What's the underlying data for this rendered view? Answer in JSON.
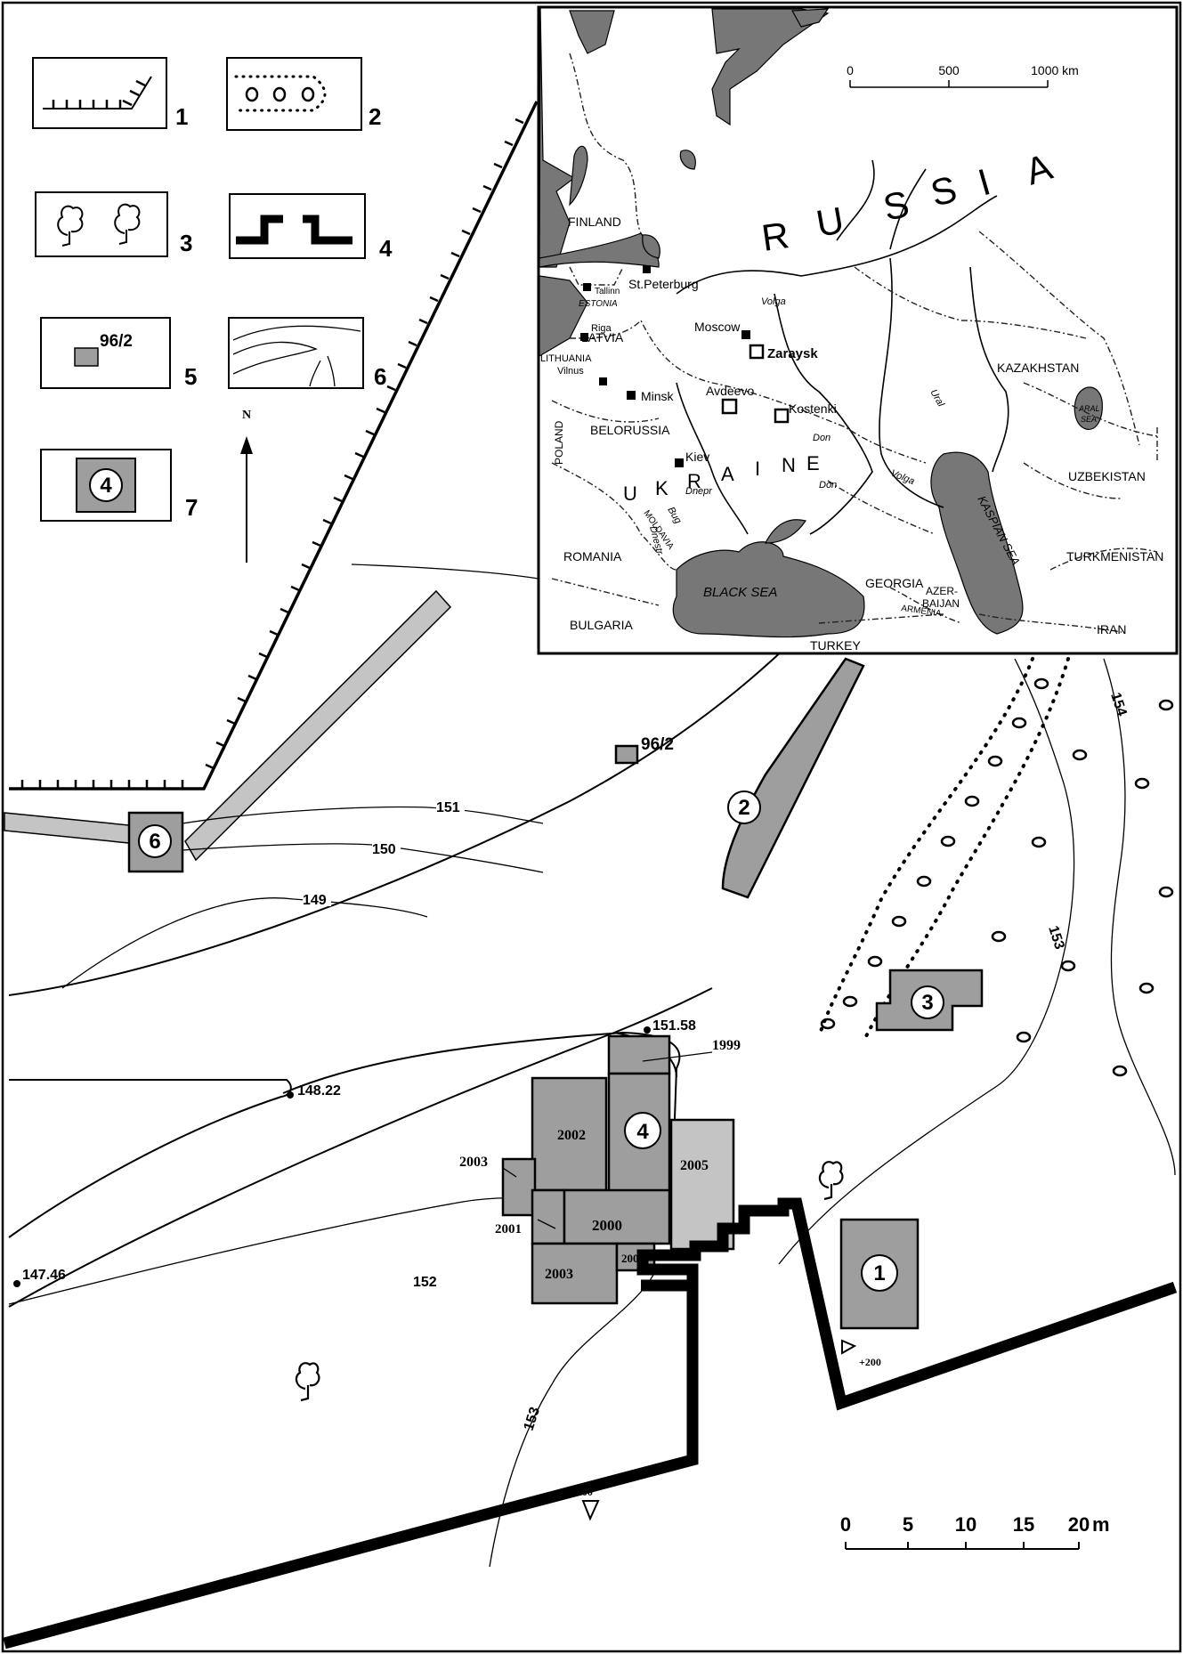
{
  "legend": [
    {
      "num": "1"
    },
    {
      "num": "2"
    },
    {
      "num": "3"
    },
    {
      "num": "4"
    },
    {
      "num": "5",
      "sample": "96/2"
    },
    {
      "num": "6"
    },
    {
      "num": "7",
      "sample": "4"
    }
  ],
  "north": "N",
  "site_map": {
    "contours": [
      "151",
      "150",
      "149",
      "152",
      "153",
      "153",
      "154"
    ],
    "spot_heights": [
      "151.58",
      "148.22",
      "147.46"
    ],
    "test_pit": "96/2",
    "areas": [
      "1",
      "2",
      "3",
      "4",
      "6"
    ],
    "excavation_years": [
      "1999",
      "2002",
      "2005",
      "2003",
      "2001",
      "2000",
      "2004",
      "2003"
    ],
    "pickets": [
      "+100",
      "+200"
    ],
    "scale": {
      "ticks": [
        "0",
        "5",
        "10",
        "15",
        "20"
      ],
      "unit": "m"
    }
  },
  "inset": {
    "scale": {
      "ticks": [
        "0",
        "500",
        "1000 km"
      ]
    },
    "russia_letters": [
      "R",
      "U",
      "S",
      "S",
      "I",
      "A"
    ],
    "ukraine_letters": [
      "U",
      "K",
      "R",
      "A",
      "I",
      "N",
      "E"
    ],
    "countries": [
      "FINLAND",
      "ESTONIA",
      "LATVIA",
      "LITHUANIA",
      "POLAND",
      "BELORUSSIA",
      "ROMANIA",
      "MOLDAVIA",
      "BULGARIA",
      "TURKEY",
      "GEORGIA",
      "ARMENIA",
      "AZER-",
      "BAIJAN",
      "KAZAKHSTAN",
      "UZBEKISTAN",
      "TURKMENISTAN",
      "IRAN"
    ],
    "capitals": [
      "St.Peterburg",
      "Tallinn",
      "Riga",
      "Vilnus",
      "Moscow",
      "Minsk",
      "Kiev"
    ],
    "sites": [
      "Zaraysk",
      "Avdeevo",
      "Kostenki"
    ],
    "rivers": [
      "Volga",
      "Don",
      "Don",
      "Volga",
      "Ural",
      "Dnepr",
      "Bug",
      "Dnestr"
    ],
    "seas": [
      "BLACK SEA",
      "KASPIAN SEA",
      "ARAL",
      "SEA"
    ]
  },
  "colors": {
    "excavation": "#9e9e9e",
    "excavation_2005": "#c4c4c4",
    "water": "#777777",
    "line": "#000000"
  }
}
